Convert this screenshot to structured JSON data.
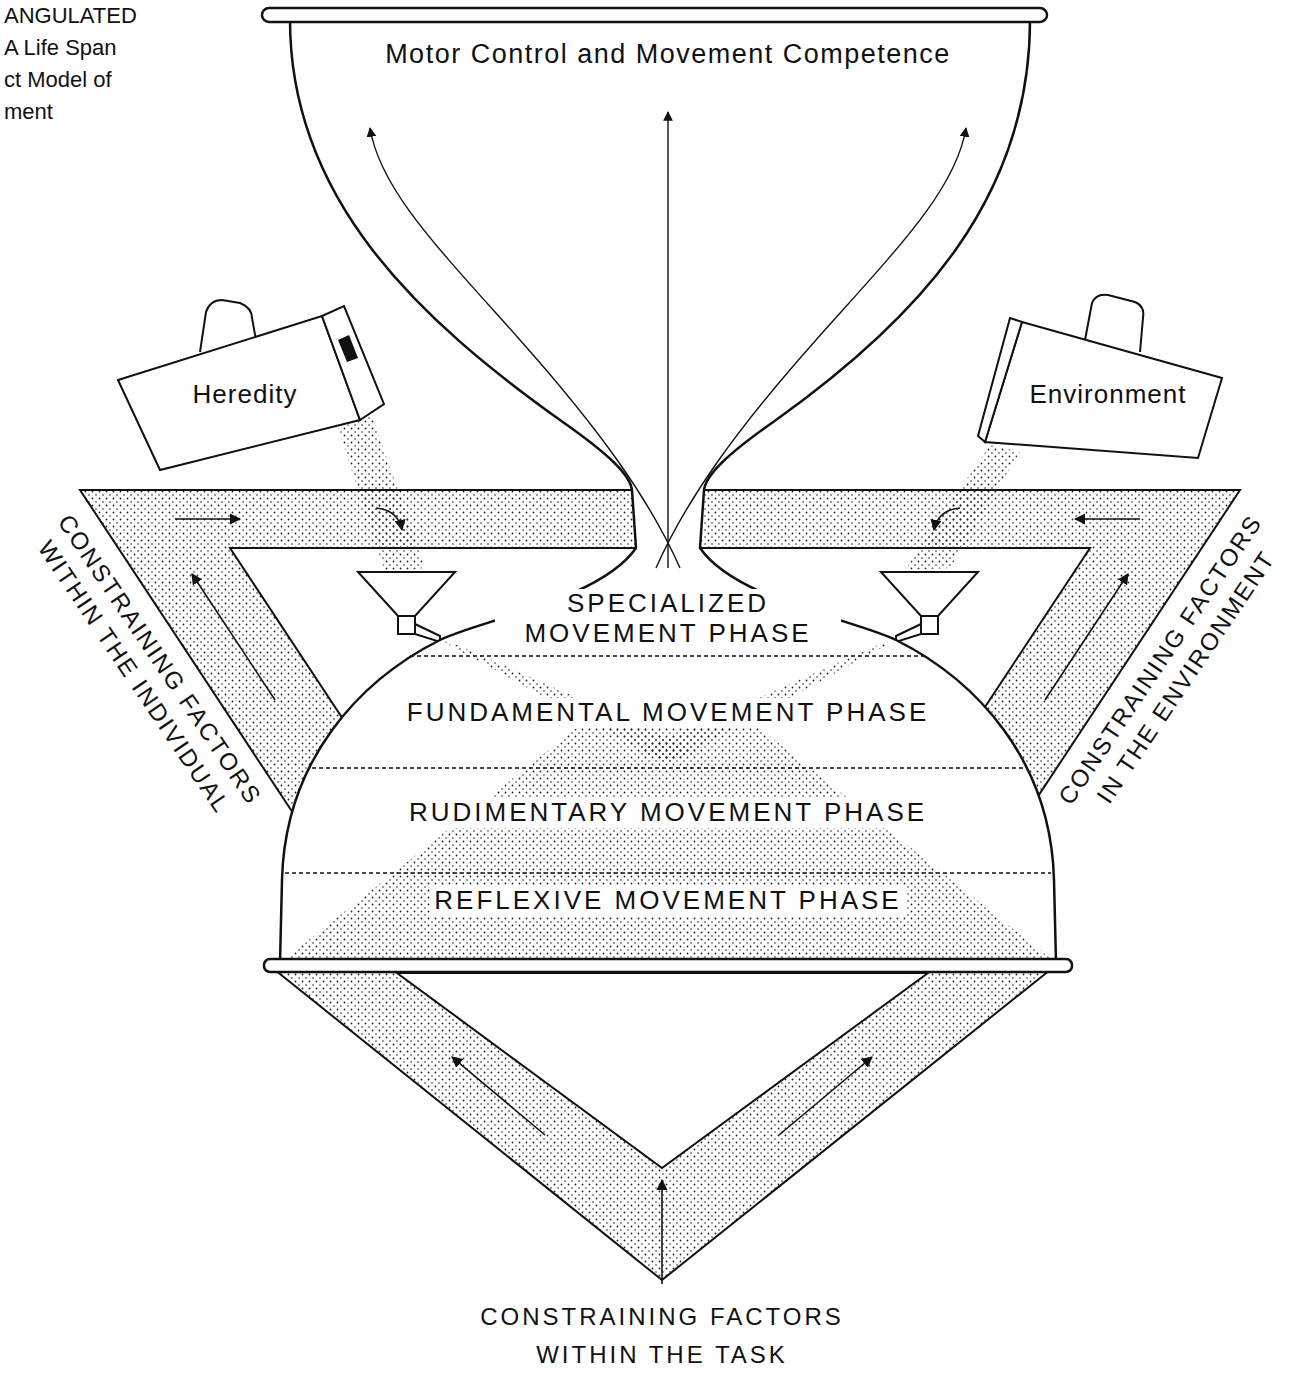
{
  "diagram": {
    "title": "ANGULATED A Life Span ct Model of ment",
    "nodes": [
      {
        "text": [
          "Motor Control and Movement Competence"
        ]
      },
      {
        "text": [
          "SPECIALIZED MOVEMENT PHASE"
        ],
        "in": 0
      },
      {
        "text": [
          "FUNDAMENTAL MOVEMENT PHASE"
        ],
        "in": 0
      },
      {
        "text": [
          "RUDIMENTARY MOVEMENT PHASE"
        ],
        "in": 0
      },
      {
        "text": [
          "REFLEXIVE MOVEMENT PHASE"
        ],
        "in": 0
      },
      {
        "text": [
          "Heredity"
        ]
      },
      {
        "text": [
          "Environment"
        ]
      }
    ],
    "labels": [
      "CONSTRAINING FACTORS WITHIN THE INDIVIDUAL",
      "CONSTRAINING FACTORS IN THE ENVIRONMENT",
      "CONSTRAINING FACTORS WITHIN THE TASK"
    ]
  }
}
